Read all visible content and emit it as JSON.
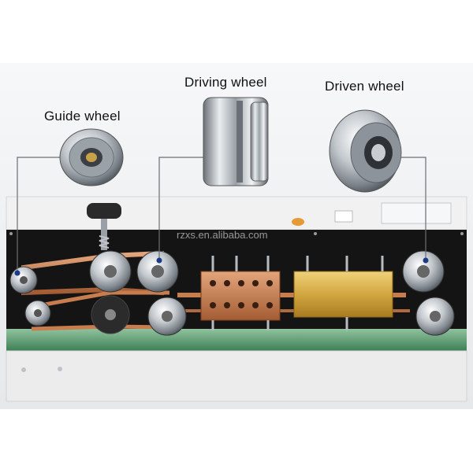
{
  "labels": {
    "guide_wheel": "Guide wheel",
    "driving_wheel": "Driving wheel",
    "driven_wheel": "Driven wheel"
  },
  "watermark": "rzxs.en.alibaba.com",
  "colors": {
    "machine_frame": "#e9e9ea",
    "panel_black": "#141414",
    "belt_copper": "#c87d4e",
    "heater_block": "#d4a945",
    "conveyor_green": "#6aa37a",
    "steel": "#c9ced3"
  }
}
